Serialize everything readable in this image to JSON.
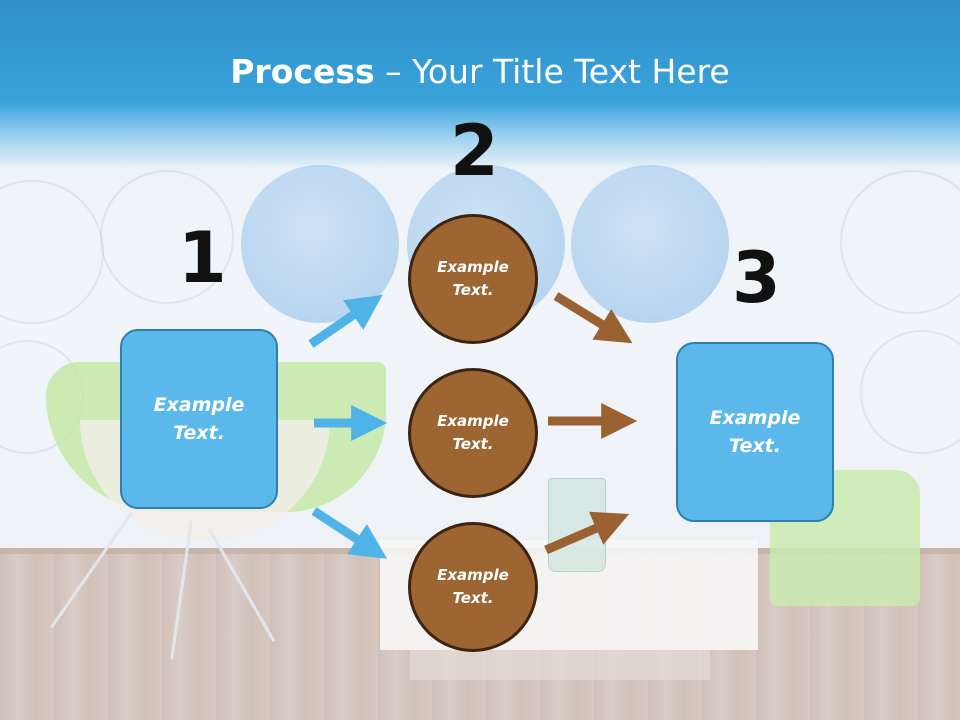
{
  "title": {
    "bold": "Process",
    "rest": " – Your Title Text Here"
  },
  "steps": {
    "one": {
      "number": "1",
      "text": "Example Text."
    },
    "two": {
      "number": "2",
      "items": [
        "Example Text.",
        "Example Text.",
        "Example Text."
      ]
    },
    "three": {
      "number": "3",
      "text": "Example Text."
    }
  },
  "colors": {
    "blue_box": "#5bb8ea",
    "brown_circle": "#9c6532",
    "blue_arrow": "#4fb3e8",
    "brown_arrow": "#9a6232",
    "header": "#3aa3dc"
  }
}
